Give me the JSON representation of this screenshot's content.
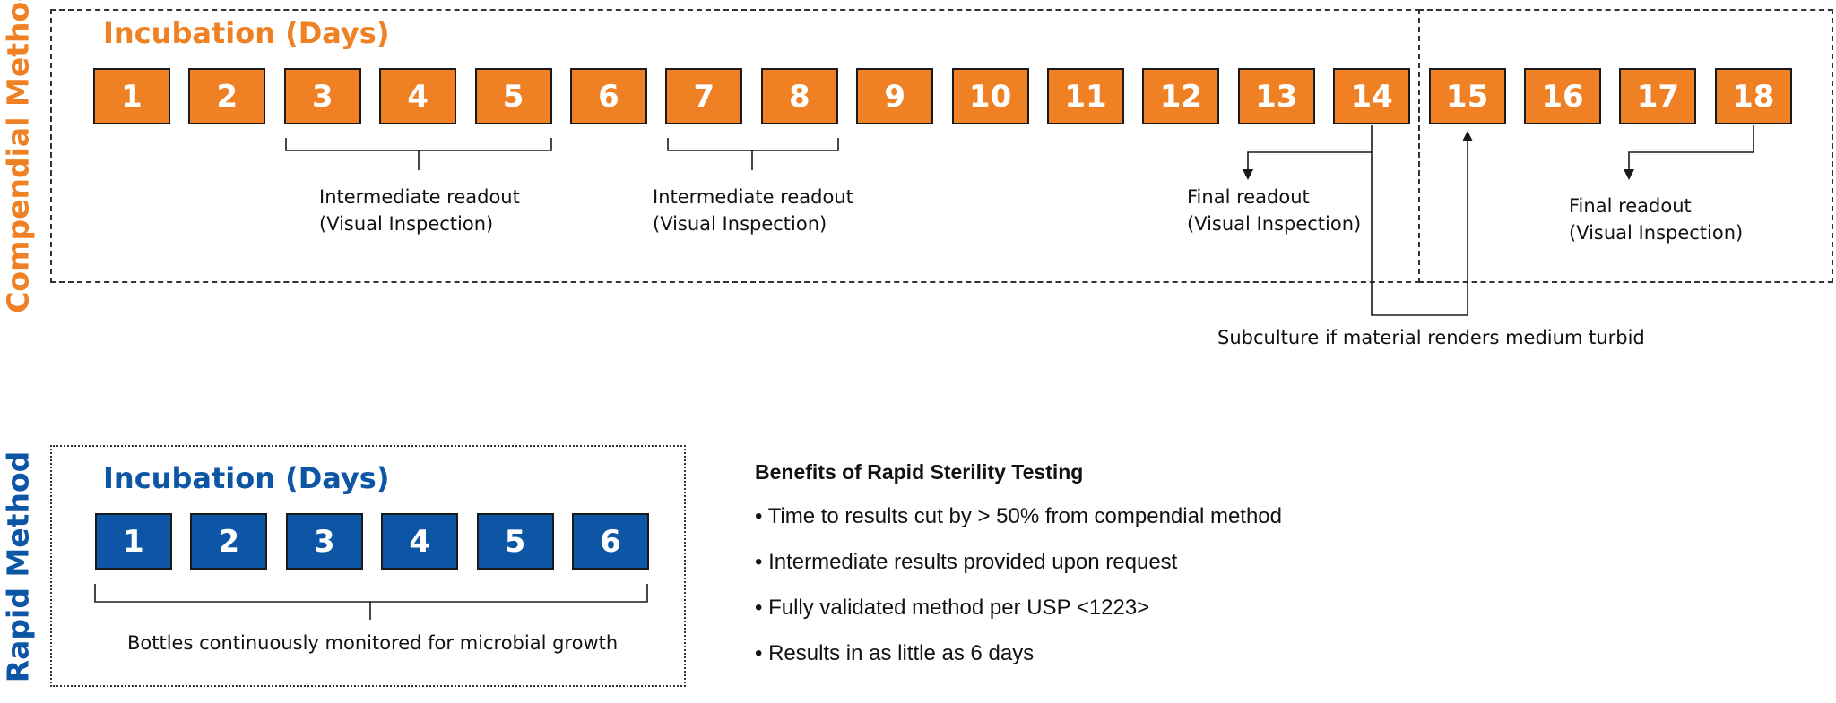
{
  "colors": {
    "compendial": "#f08024",
    "rapid": "#0d56a6",
    "line": "#1a1a1a"
  },
  "compendial": {
    "side_label": "Compendial Method",
    "title": "Incubation (Days)",
    "days": [
      "1",
      "2",
      "3",
      "4",
      "5",
      "6",
      "7",
      "8",
      "9",
      "10",
      "11",
      "12",
      "13",
      "14",
      "15",
      "16",
      "17",
      "18"
    ],
    "readouts": {
      "intermediate_1": {
        "line1": "Intermediate readout",
        "line2": "(Visual Inspection)"
      },
      "intermediate_2": {
        "line1": "Intermediate readout",
        "line2": "(Visual Inspection)"
      },
      "final_1": {
        "line1": "Final readout",
        "line2": "(Visual Inspection)"
      },
      "final_2": {
        "line1": "Final readout",
        "line2": "(Visual Inspection)"
      }
    },
    "subculture_note": "Subculture if material renders medium turbid"
  },
  "rapid": {
    "side_label": "Rapid Method",
    "title": "Incubation (Days)",
    "days": [
      "1",
      "2",
      "3",
      "4",
      "5",
      "6"
    ],
    "monitor_note": "Bottles continuously monitored for microbial growth"
  },
  "benefits": {
    "title": "Benefits of Rapid Sterility Testing",
    "items": [
      "Time to results cut by > 50% from compendial method",
      "Intermediate results provided upon request",
      "Fully validated method per USP <1223>",
      "Results in as little as 6 days"
    ]
  }
}
